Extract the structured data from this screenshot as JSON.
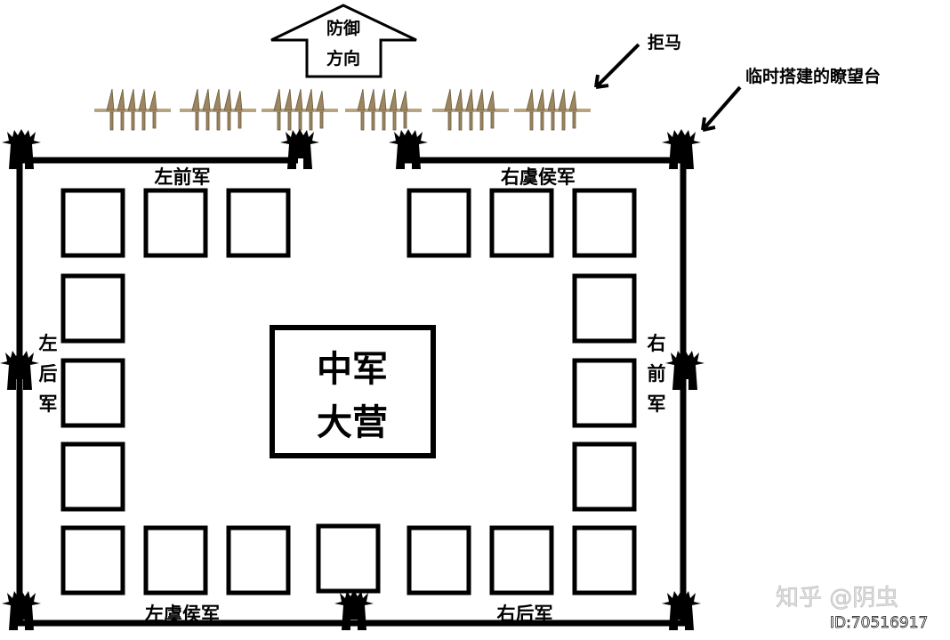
{
  "arrow_label": [
    "防御",
    "方向"
  ],
  "center_camp": [
    "中军",
    "大营"
  ],
  "units": {
    "left_front": "左前军",
    "right_yuhou": "右虞侯军",
    "left_rear": [
      "左",
      "后",
      "军"
    ],
    "right_front": [
      "右",
      "前",
      "军"
    ],
    "left_yuhou": "左虞侯军",
    "right_rear": "右后军"
  },
  "annotations": {
    "jumа": "拒马",
    "tower": "临时搭建的瞭望台"
  },
  "watermark": {
    "brand": "知乎 @阴虫",
    "id": "ID:70516917"
  },
  "colors": {
    "line": "#000000",
    "spike": "#a89472"
  }
}
